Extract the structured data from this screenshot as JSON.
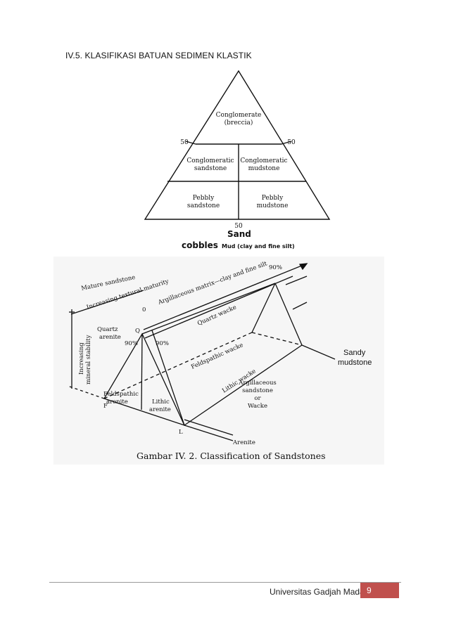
{
  "heading": "IV.5. KLASIFIKASI BATUAN SEDIMEN KLASTIK",
  "figure1": {
    "regions": {
      "conglomerate": "Conglomerate",
      "breccia": "(breccia)",
      "conglomeratic_sandstone_1": "Conglomeratic",
      "conglomeratic_sandstone_2": "sandstone",
      "conglomeratic_mudstone_1": "Conglomeratic",
      "conglomeratic_mudstone_2": "mudstone",
      "pebbly_sandstone_1": "Pebbly",
      "pebbly_sandstone_2": "sandstone",
      "pebbly_mudstone_1": "Pebbly",
      "pebbly_mudstone_2": "mudstone"
    },
    "marks": {
      "left": "50",
      "right": "50",
      "bottom": "50"
    },
    "legend": {
      "sand": "Sand",
      "cobbles": "cobbles",
      "mud": "Mud (clay and fine silt)"
    }
  },
  "figure2": {
    "labels": {
      "mature_sandstone": "Mature sandstone",
      "increasing_textural_maturity": "Increasing textural maturity",
      "argillaceous_matrix": "Argillaceous matrix—clay and fine silt",
      "zero": "0",
      "ninety_top": "90%",
      "increasing_mineral_stability_1": "Increasing",
      "increasing_mineral_stability_2": "mineral stability",
      "quartz_arenite_1": "Quartz",
      "quartz_arenite_2": "arenite",
      "q": "Q",
      "ninety_left": "90%",
      "ninety_right": "90%",
      "quartz_wacke": "Quartz wacke",
      "feldspathic_wacke": "Feldspathic wacke",
      "lithic_wacke": "Lithic wacke",
      "sandy_mudstone_1": "Sandy",
      "sandy_mudstone_2": "mudstone",
      "feldspathic_arenite_1": "Feldspathic",
      "feldspathic_arenite_2": "arenite",
      "lithic_arenite_1": "Lithic",
      "lithic_arenite_2": "arenite",
      "f": "F",
      "l": "L",
      "argillaceous_sandstone_1": "Argillaceous",
      "argillaceous_sandstone_2": "sandstone",
      "argillaceous_sandstone_3": "or",
      "argillaceous_sandstone_4": "Wacke",
      "arenite": "Arenite"
    },
    "caption": "Gambar IV. 2. Classification of Sandstones"
  },
  "footer": {
    "institution": "Universitas Gadjah Mada",
    "page": "9",
    "accent_color": "#c0504d"
  }
}
